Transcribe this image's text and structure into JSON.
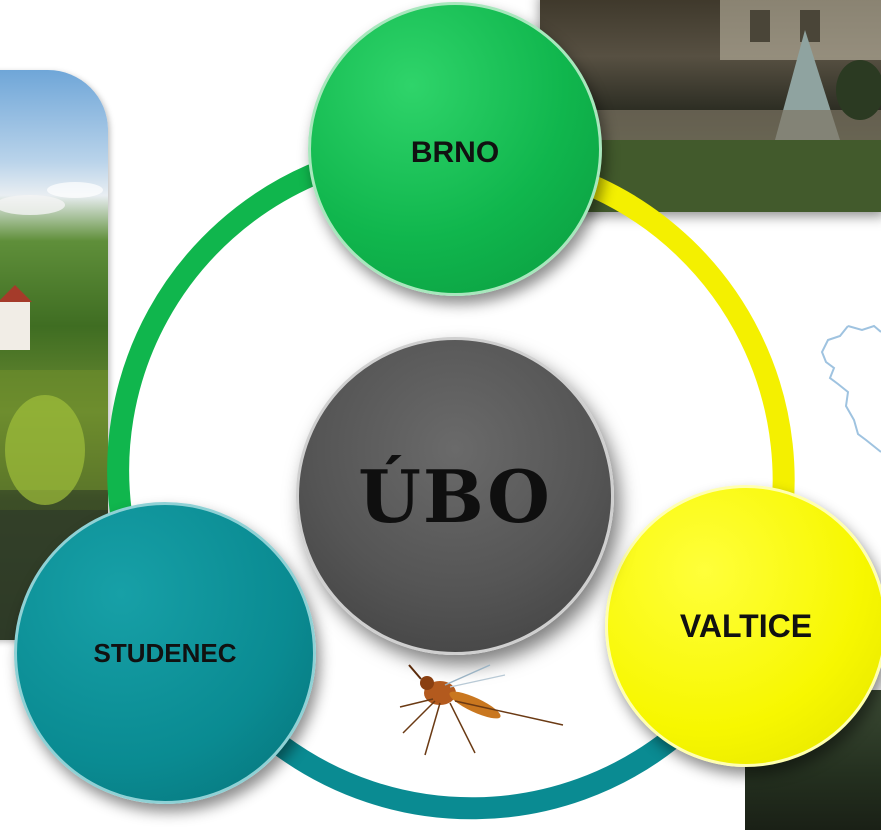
{
  "diagram": {
    "center": {
      "label": "ÚBO",
      "color": "#555555"
    },
    "nodes": [
      {
        "id": "brno",
        "label": "BRNO",
        "color": "#10b64d"
      },
      {
        "id": "valtice",
        "label": "VALTICE",
        "color": "#f7f700"
      },
      {
        "id": "studenec",
        "label": "STUDENEC",
        "color": "#0a8b92"
      }
    ],
    "ring_colors": {
      "brno_to_valtice": "#f4f000",
      "valtice_to_studenec": "#0a8b92",
      "studenec_to_brno": "#10b64d"
    }
  },
  "decorations": {
    "photos": [
      "pond-landscape-photo",
      "building-park-photo",
      "garden-photo"
    ],
    "map": "czech-map-outline-icon",
    "insect": "mosquito-icon"
  }
}
